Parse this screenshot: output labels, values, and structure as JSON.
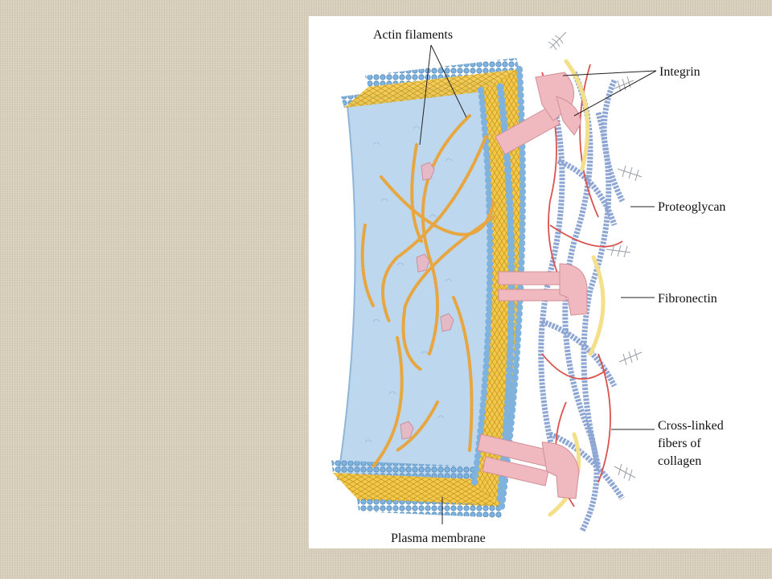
{
  "labels": {
    "actin": "Actin filaments",
    "integrin": "Integrin",
    "proteoglycan": "Proteoglycan",
    "fibronectin": "Fibronectin",
    "collagen_1": "Cross-linked",
    "collagen_2": "fibers of",
    "collagen_3": "collagen",
    "membrane": "Plasma membrane"
  },
  "colors": {
    "cytoplasm": "#bcd7ee",
    "membrane_yellow": "#f2c94c",
    "lipid_head": "#7fb2dc",
    "actin": "#e8a640",
    "integrin": "#f0b9bf",
    "collagen": "#8ea6d4",
    "fibronectin_red": "#d9534f",
    "proteoglycan": "#9aa0a6"
  }
}
